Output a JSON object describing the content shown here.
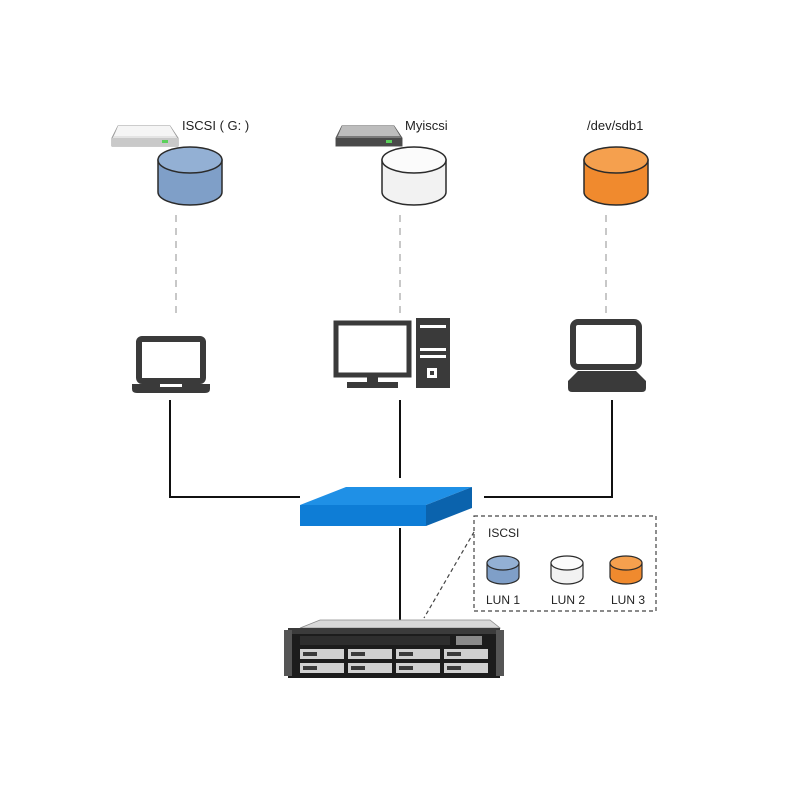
{
  "colors": {
    "lun1": "#7f9fc8",
    "lun2": "#f2f2f2",
    "lun3": "#f08a2e",
    "switch_top": "#1f90e6",
    "switch_side": "#0b6fc4",
    "device": "#3a3a3a"
  },
  "clients": [
    {
      "drive_label": "ISCSI ( G: )",
      "icon": "hard-drive-icon",
      "device": "laptop-icon"
    },
    {
      "drive_label": "Myiscsi",
      "icon": "hard-drive-icon",
      "device": "desktop-icon"
    },
    {
      "drive_label": "/dev/sdb1",
      "icon": "",
      "device": "thin-client-icon"
    }
  ],
  "iscsi_box": {
    "title": "ISCSI",
    "luns": [
      "LUN 1",
      "LUN 2",
      "LUN 3"
    ]
  },
  "network": {
    "switch_icon": "network-switch-icon",
    "server_icon": "nas-server-icon"
  }
}
